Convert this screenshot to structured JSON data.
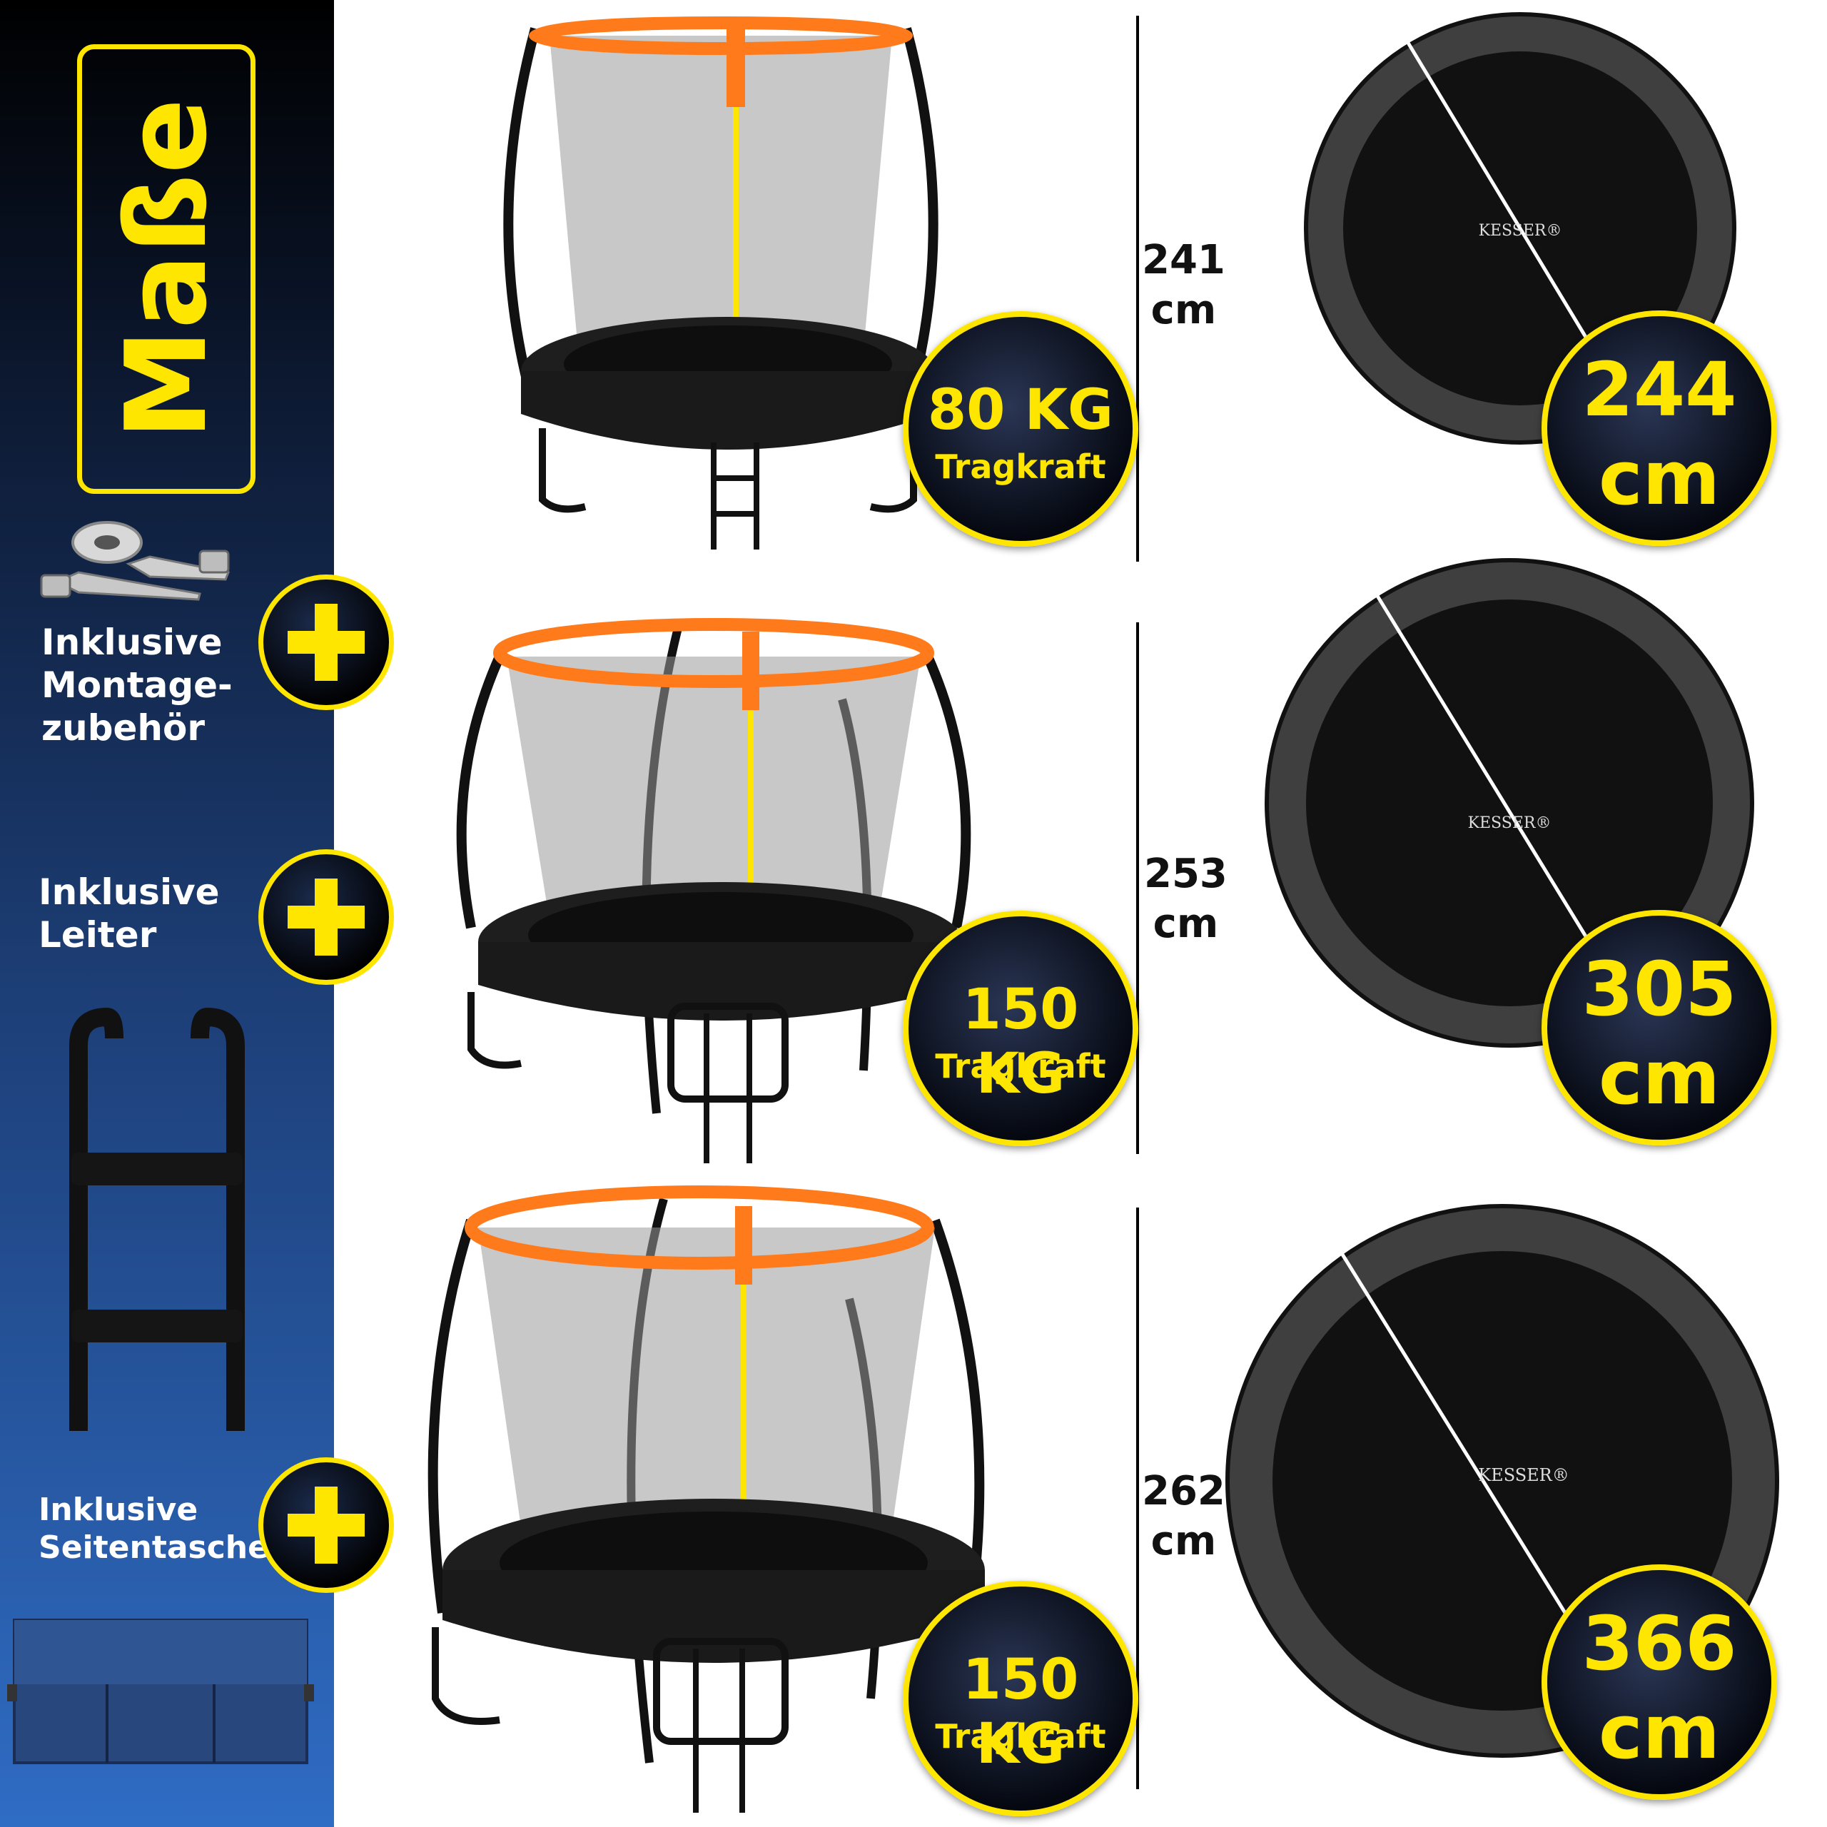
{
  "sidebar": {
    "title": "Maße",
    "accessories": [
      {
        "label_line1": "Inklusive",
        "label_line2": "Montage-",
        "label_line3": "zubehör",
        "icon": "screws-icon"
      },
      {
        "label_line1": "Inklusive",
        "label_line2": "Leiter",
        "icon": "ladder-icon"
      },
      {
        "label_line1": "Inklusive",
        "label_line2": "Seitentasche",
        "icon": "side-bag-icon"
      }
    ]
  },
  "models": [
    {
      "height_value": "241",
      "height_unit": "cm",
      "capacity": "80 KG",
      "capacity_label": "Tragkraft",
      "diameter_value": "244",
      "diameter_unit": "cm",
      "brand": "KESSER®"
    },
    {
      "height_value": "253",
      "height_unit": "cm",
      "capacity": "150 KG",
      "capacity_label": "Tragkraft",
      "diameter_value": "305",
      "diameter_unit": "cm",
      "brand": "KESSER®"
    },
    {
      "height_value": "262",
      "height_unit": "cm",
      "capacity": "150 KG",
      "capacity_label": "Tragkraft",
      "diameter_value": "366",
      "diameter_unit": "cm",
      "brand": "KESSER®"
    }
  ],
  "colors": {
    "accent": "#ffe600",
    "net_rim": "#ff7a1a",
    "frame": "#1a1a1a"
  }
}
